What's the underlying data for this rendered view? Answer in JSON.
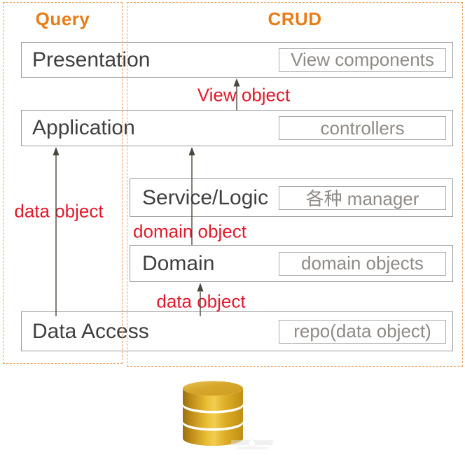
{
  "groups": {
    "query": {
      "label": "Query"
    },
    "crud": {
      "label": "CRUD"
    }
  },
  "layers": [
    {
      "id": "presentation",
      "label": "Presentation",
      "component": "View components"
    },
    {
      "id": "application",
      "label": "Application",
      "component": "controllers"
    },
    {
      "id": "service_logic",
      "label": "Service/Logic",
      "component": "各种 manager"
    },
    {
      "id": "domain",
      "label": "Domain",
      "component": "domain objects"
    },
    {
      "id": "data_access",
      "label": "Data Access",
      "component": "repo(data object)"
    }
  ],
  "flow_labels": {
    "view_object": "View object",
    "data_object_left": "data object",
    "domain_object": "domain object",
    "data_object_right": "data object"
  },
  "icons": {
    "database": "database-cylinder-icon"
  },
  "colors": {
    "accent_orange": "#e87d18",
    "dashed_border": "#efa05c",
    "flow_label_red": "#e2192b",
    "layer_border": "#9a9a9a",
    "inner_border": "#a9a9a9",
    "layer_text": "#3f3f3f",
    "inner_text": "#8f8a85",
    "arrow": "#4a463c",
    "database_gold": "#d9a625"
  }
}
